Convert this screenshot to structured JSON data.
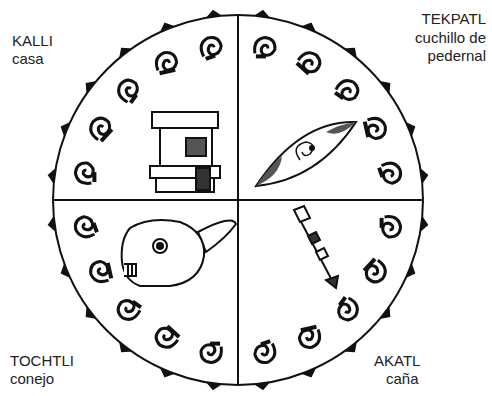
{
  "diagram": {
    "labels": [
      "KALLI",
      "casa",
      "TEKPATL",
      "cuchillo de pedernal",
      "TOCHTLI",
      "conejo",
      "AKATL",
      "caña"
    ]
  }
}
